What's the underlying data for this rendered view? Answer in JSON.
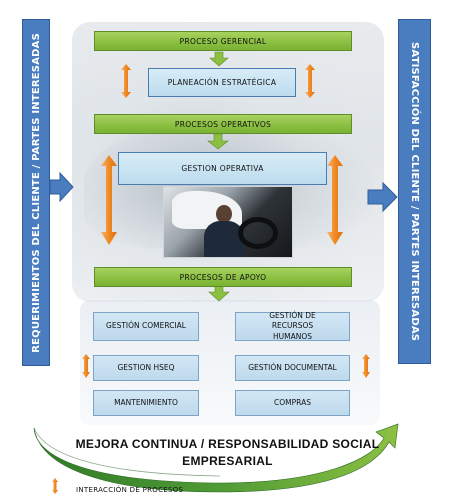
{
  "side_left": {
    "label": "REQUERIMIENTOS  DEL CLIENTE / PARTES INTERESADAS"
  },
  "side_right": {
    "label": "SATISFACCIÓN  DEL CLIENTE / PARTES INTERESADAS"
  },
  "boxes": {
    "proceso_gerencial": "PROCESO GERENCIAL",
    "planeacion_estrategica": "PLANEACIÓN ESTRATÉGICA",
    "procesos_operativos": "PROCESOS OPERATIVOS",
    "gestion_operativa": "GESTION OPERATIVA",
    "procesos_de_apoyo": "PROCESOS DE APOYO",
    "gestion_comercial": "GESTIÓN COMERCIAL",
    "gestion_rrhh": "GESTIÓN DE RECURSOS  HUMANOS",
    "gestion_hseq": "GESTION HSEQ",
    "gestion_documental": "GESTIÓN DOCUMENTAL",
    "mantenimiento": "MANTENIMIENTO",
    "compras": "COMPRAS"
  },
  "footer": {
    "line1": "MEJORA CONTINUA / RESPONSABILIDAD SOCIAL",
    "line2": "EMPRESARIAL"
  },
  "legend": {
    "label": "INTERACCIÓN DE PROCESOS"
  },
  "colors": {
    "green": "#8cc043",
    "blue_side": "#4a7cc0",
    "orange": "#f08a24",
    "light_blue": "#c7e2f2"
  }
}
